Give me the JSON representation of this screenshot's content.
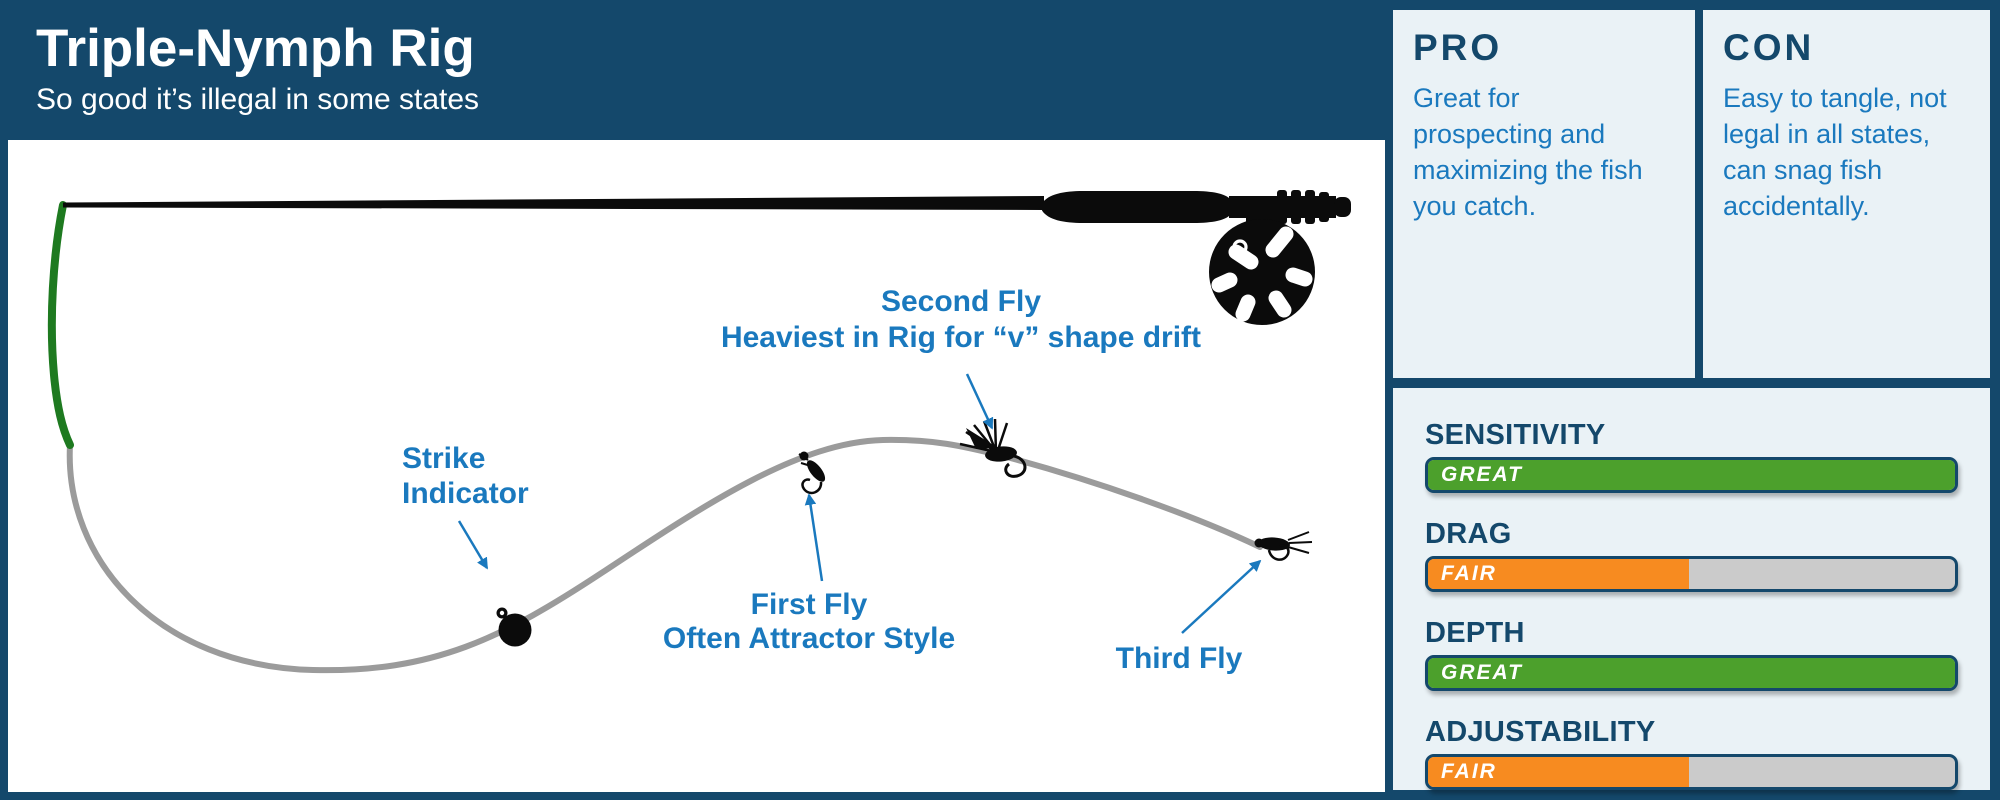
{
  "header": {
    "title": "Triple-Nymph Rig",
    "subtitle": "So good it’s illegal in some states"
  },
  "pro_panel": {
    "heading": "PRO",
    "body": "Great for\nprospecting and\nmaximizing the fish\nyou catch."
  },
  "con_panel": {
    "heading": "CON",
    "body": "Easy to tangle, not\nlegal in all states,\ncan snag fish\naccidentally."
  },
  "stats": [
    {
      "label": "SENSITIVITY",
      "rating": "GREAT",
      "value_pct": 100,
      "color": "#4CA02C"
    },
    {
      "label": "DRAG",
      "rating": "FAIR",
      "value_pct": 49.5,
      "color": "#F78B20"
    },
    {
      "label": "DEPTH",
      "rating": "GREAT",
      "value_pct": 100,
      "color": "#4CA02C"
    },
    {
      "label": "ADJUSTABILITY",
      "rating": "FAIR",
      "value_pct": 49.5,
      "color": "#F78B20"
    }
  ],
  "diagram": {
    "labels": {
      "strike_indicator_line1": "Strike",
      "strike_indicator_line2": "Indicator",
      "first_fly_line1": "First Fly",
      "first_fly_line2": "Often Attractor Style",
      "second_fly_line1": "Second Fly",
      "second_fly_line2": "Heaviest in Rig for “v” shape drift",
      "third_fly": "Third Fly"
    }
  },
  "colors": {
    "navy": "#14486B",
    "panel_bg": "#EAF2F6",
    "label_blue": "#1A79BE",
    "rod_tip_green": "#1E7A20",
    "line_gray": "#9B9B9B",
    "bar_track_gray": "#CBCBCB",
    "bar_great_green": "#4CA02C",
    "bar_fair_orange": "#F78B20"
  }
}
